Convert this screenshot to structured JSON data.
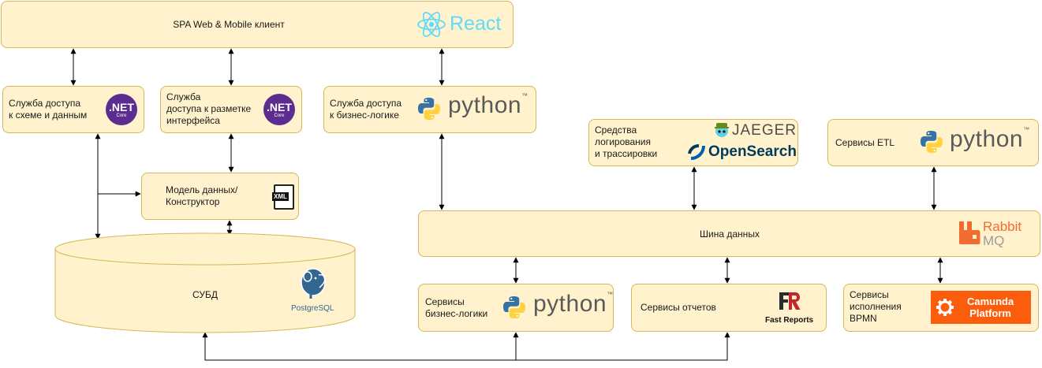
{
  "nodes": {
    "spa": {
      "label": "SPA Web & Mobile клиент",
      "logo": "React"
    },
    "schema_service": {
      "label": "Служба доступа\nк схеме и данным",
      "logo_main": ".NET",
      "logo_sub": "Core"
    },
    "markup_service": {
      "label": "Служба\nдоступа к разметке\nинтерфейса",
      "logo_main": ".NET",
      "logo_sub": "Core"
    },
    "business_access": {
      "label": "Служба доступа\nк бизнес-логике",
      "logo": "python"
    },
    "data_model": {
      "label": "Модель данных/\nКонструктор",
      "logo": "XML"
    },
    "dbms": {
      "label": "СУБД",
      "logo": "PostgreSQL"
    },
    "logging": {
      "label": "Средства\nлогирования\nи трассировки",
      "logo_top": "JAEGER",
      "logo_bottom": "OpenSearch"
    },
    "etl": {
      "label": "Сервисы ETL",
      "logo": "python"
    },
    "bus": {
      "label": "Шина данных",
      "logo_top": "Rabbit",
      "logo_bottom": "MQ"
    },
    "business_services": {
      "label": "Сервисы\nбизнес-логики",
      "logo": "python"
    },
    "reports": {
      "label": "Сервисы отчетов",
      "logo": "Fast Reports"
    },
    "bpmn": {
      "label": "Сервисы\nисполнения\nBPMN",
      "logo": "Camunda\nPlatform"
    }
  },
  "colors": {
    "box_fill": "#fff2cc",
    "box_border": "#d6b656",
    "react": "#61dafb",
    "dotnet": "#5c2d91",
    "python_blue": "#3772a4",
    "python_yellow": "#ffd242",
    "rabbitmq": "#f26c32",
    "camunda": "#fc5d0d",
    "opensearch": "#005eb8",
    "postgres": "#336791",
    "fastreports": "#c1272d"
  },
  "icons": [
    "react-icon",
    "dotnet-icon",
    "python-icon",
    "xml-icon",
    "postgresql-icon",
    "jaeger-icon",
    "opensearch-icon",
    "rabbitmq-icon",
    "fastreports-icon",
    "camunda-icon"
  ]
}
